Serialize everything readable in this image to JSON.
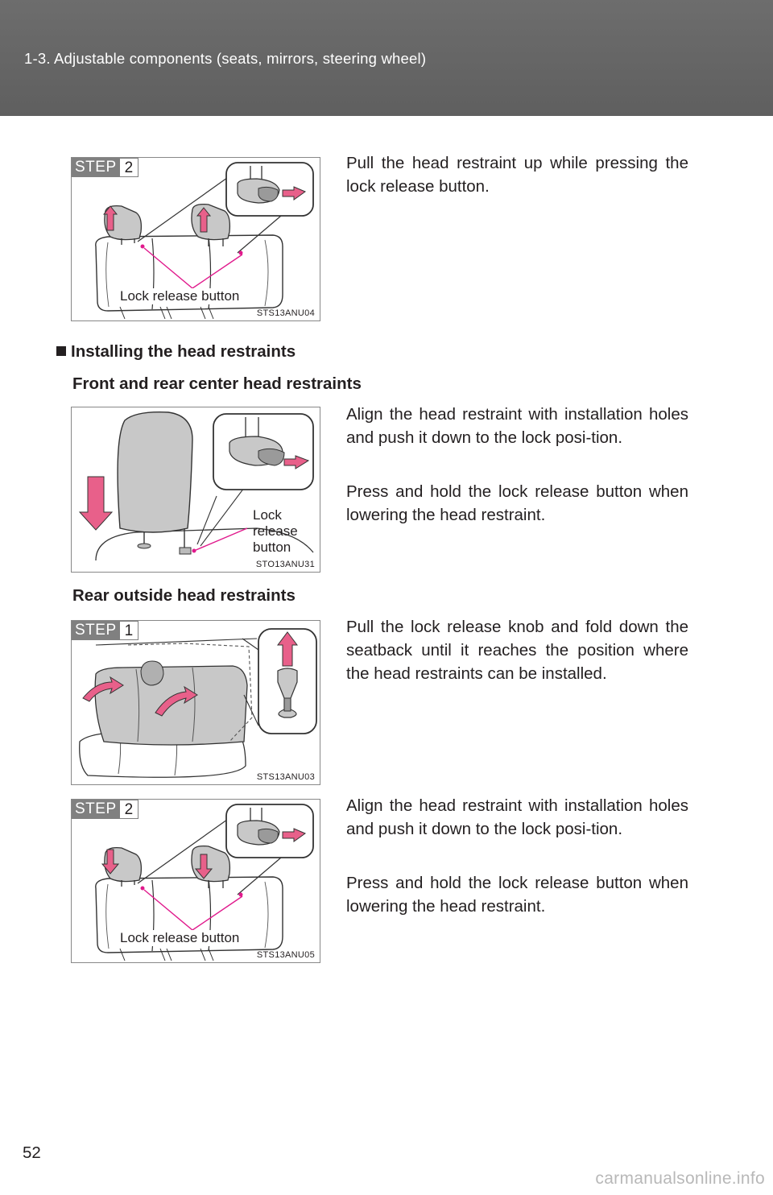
{
  "header": {
    "title": "1-3. Adjustable components (seats, mirrors, steering wheel)"
  },
  "figures": [
    {
      "step_word": "STEP",
      "step_num": "2",
      "label": "Lock release button",
      "code": "STS13ANU04",
      "text": "Pull the head restraint up while pressing the lock release button."
    },
    {
      "label": "Lock\nrelease\nbutton",
      "code": "STO13ANU31"
    },
    {
      "step_word": "STEP",
      "step_num": "1",
      "code": "STS13ANU03",
      "text": "Pull the lock release knob and fold down the seatback until it reaches the position where the head restraints can be installed."
    },
    {
      "step_word": "STEP",
      "step_num": "2",
      "label": "Lock release button",
      "code": "STS13ANU05"
    }
  ],
  "section": {
    "heading": "Installing the head restraints",
    "front_heading": "Front and rear center head restraints",
    "front_text_1": "Align the head restraint with installation holes and push it down to the lock posi-tion.",
    "front_text_2": "Press and hold the lock release button when lowering the head restraint.",
    "rear_heading": "Rear outside head restraints",
    "rear_text_1": "Align the head restraint with installation holes and push it down to the lock posi-tion.",
    "rear_text_2": "Press and hold the lock release button when lowering the head restraint."
  },
  "page_number": "52",
  "watermark": "carmanualsonline.info",
  "colors": {
    "header_bg": "#666666",
    "arrow_fill": "#e8608a",
    "leader_line": "#e0198c"
  }
}
